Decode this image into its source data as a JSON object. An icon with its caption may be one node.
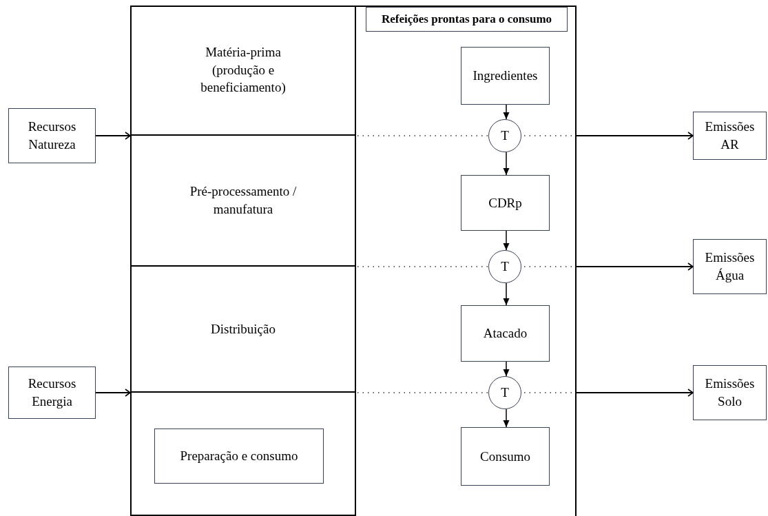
{
  "diagram": {
    "nodes": [
      {
        "text": [],
        "shape": "box"
      },
      {
        "text": [
          "Matéria-prima (produção e beneficiamento)"
        ],
        "in": 0
      },
      {
        "text": [
          "Pré-processamento / manufatura"
        ],
        "in": 0
      },
      {
        "text": [
          "Distribuição"
        ],
        "in": 0
      },
      {
        "text": [],
        "shape": "box",
        "in": 0
      },
      {
        "text": [],
        "shape": "box"
      },
      {
        "text": [
          "Refeições prontas para o consumo"
        ],
        "in": 5
      },
      {
        "text": [
          "Ingredientes"
        ],
        "in": 5
      },
      {
        "text": [
          "T"
        ],
        "in": 5
      },
      {
        "text": [
          "CDRp"
        ],
        "in": 5
      },
      {
        "text": [
          "T"
        ],
        "in": 5
      },
      {
        "text": [
          "Atacado"
        ],
        "in": 5
      },
      {
        "text": [
          "T"
        ],
        "in": 5
      },
      {
        "text": [
          "Consumo"
        ],
        "in": 5
      },
      {
        "text": [
          "Preparação e consumo"
        ],
        "in": 4
      },
      {
        "text": [
          "Recursos Natureza"
        ]
      },
      {
        "text": [
          "Recursos Energia"
        ]
      },
      {
        "text": [
          "Emissões AR"
        ]
      },
      {
        "text": [
          "Emissões Água"
        ]
      },
      {
        "text": [
          "Emissões Solo"
        ]
      }
    ],
    "edges": [
      {
        "from": 15,
        "to": 0,
        "arrow": "to"
      },
      {
        "from": 16,
        "to": 0,
        "arrow": "to"
      },
      {
        "from": 7,
        "to": 8,
        "arrow": "to"
      },
      {
        "from": 8,
        "to": 9,
        "arrow": "to"
      },
      {
        "from": 9,
        "to": 10,
        "arrow": "to"
      },
      {
        "from": 10,
        "to": 11,
        "arrow": "to"
      },
      {
        "from": 11,
        "to": 12,
        "arrow": "to"
      },
      {
        "from": 12,
        "to": 13,
        "arrow": "to"
      },
      {
        "from": 5,
        "to": 17,
        "arrow": "to"
      },
      {
        "from": 5,
        "to": 18,
        "arrow": "to"
      },
      {
        "from": 5,
        "to": 19,
        "arrow": "to"
      }
    ]
  }
}
